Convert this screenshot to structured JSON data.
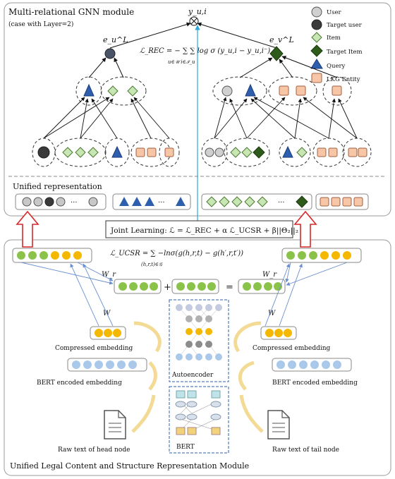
{
  "gnn": {
    "title": "Multi-relational GNN module",
    "subtitle": "(case with Layer=2)",
    "score_label": "y_u,i",
    "user_emb_label": "e_u^L",
    "item_emb_label": "e_v^L",
    "loss_rec": "ℒ_REC = − ∑ ∑ log σ (y_u,i − y_u,i⁻)",
    "loss_rec_sub": "u∈𝒰  i∈ℐ_u"
  },
  "legend": [
    {
      "label": "User",
      "shape": "circle",
      "color": "#d0d0d0"
    },
    {
      "label": "Target user",
      "shape": "circle",
      "color": "#3a3a3a"
    },
    {
      "label": "Item",
      "shape": "diamond",
      "color": "#c8e6b4"
    },
    {
      "label": "Target Item",
      "shape": "diamond",
      "color": "#2e5a1c"
    },
    {
      "label": "Query",
      "shape": "triangle",
      "color": "#2d5fae"
    },
    {
      "label": "LKG Entity",
      "shape": "square",
      "color": "#f6c6a6"
    }
  ],
  "unified": {
    "title": "Unified representation",
    "ellipsis": "···"
  },
  "joint": {
    "label": "Joint Learning: ℒ = ℒ_REC + α ℒ_UCSR + β||Θ₂||₂"
  },
  "ucsr": {
    "loss": "ℒ_UCSR = ∑ −lnσ(g(h,r,t) − g(h′,r,t′))",
    "loss_sub": "(h,r,t)∈𝒢",
    "wr": "W_r",
    "w": "W",
    "plus": "+",
    "equals": "=",
    "compressed_left": "Compressed embedding",
    "compressed_right": "Compressed embedding",
    "bert_left": "BERT encoded embedding",
    "bert_right": "BERT encoded  embedding",
    "autoencoder": "Autoencoder",
    "bert": "BERT",
    "raw_head": "Raw text of head node",
    "raw_tail": "Raw text of tail node",
    "module_title": "Unified Legal Content and Structure Representation Module"
  },
  "colors": {
    "green": "#8bc34a",
    "orange": "#f5b800",
    "lightblue": "#a9c8ea",
    "red": "#d62828",
    "cyan": "#2aa8d8",
    "gray": "#bdbdbd"
  }
}
